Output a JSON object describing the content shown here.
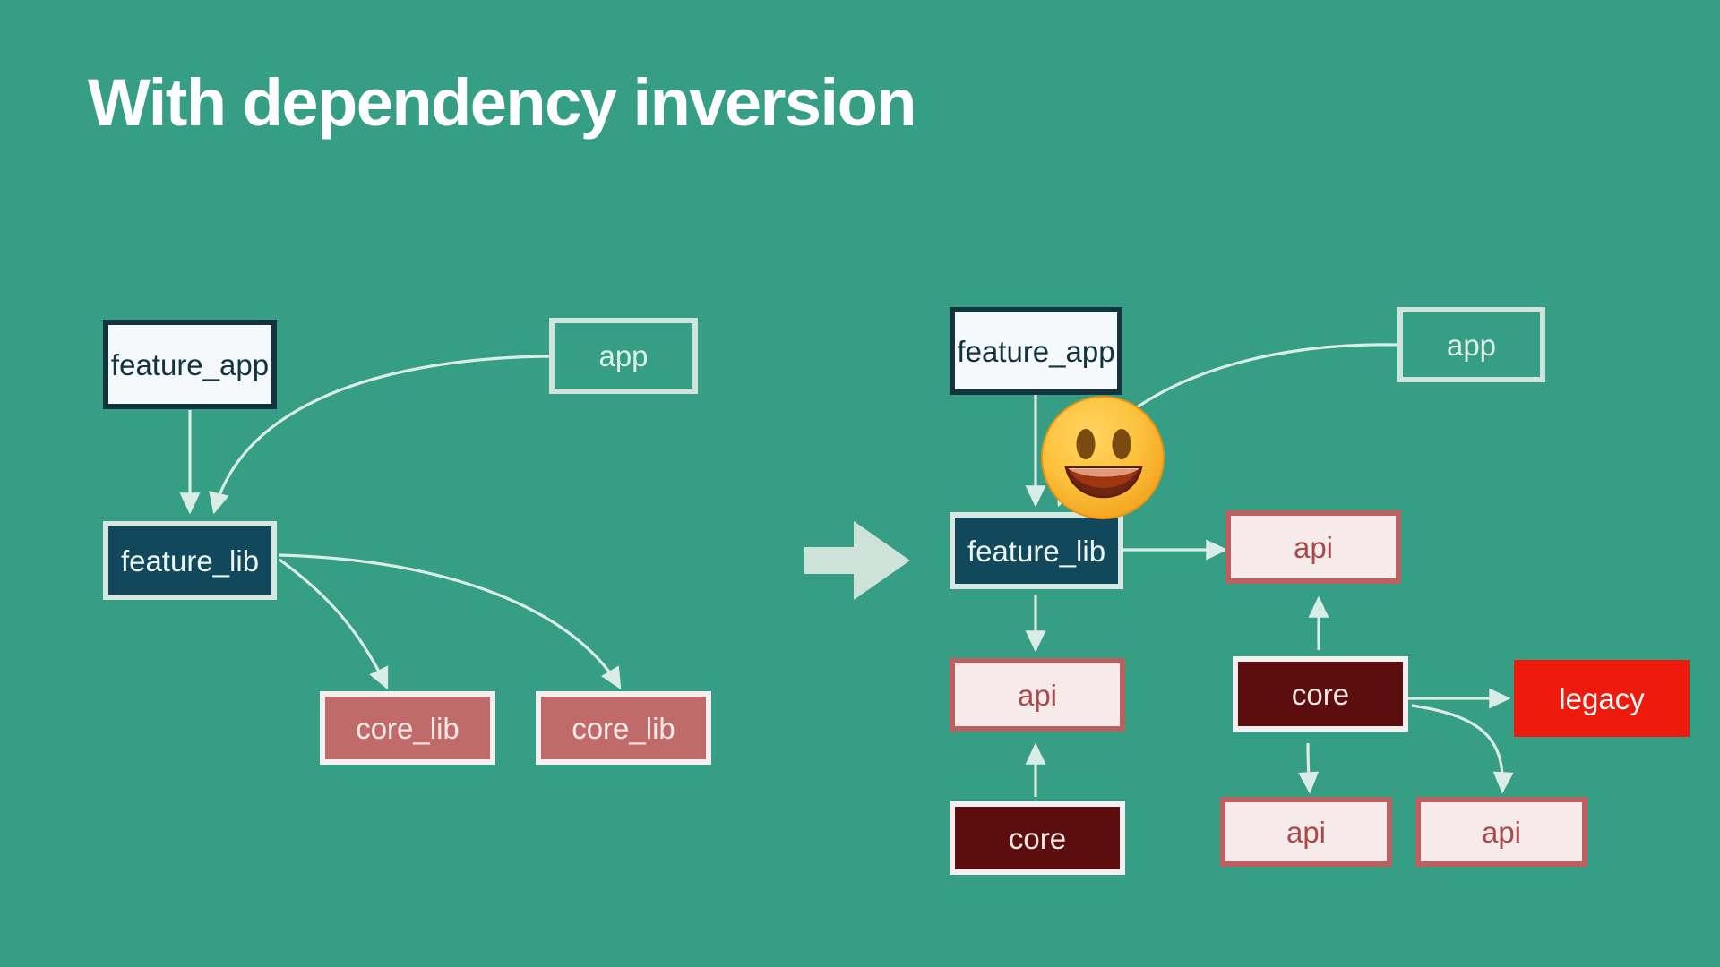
{
  "slide": {
    "title": "With dependency inversion",
    "background_color": "#359e85",
    "title_color": "#ffffff"
  },
  "colors": {
    "background": "#359e85",
    "edge": "#d9ece6",
    "feature_app_fill": "#f6f9fb",
    "feature_app_border": "#13333f",
    "feature_lib_fill": "#12485c",
    "feature_lib_border": "#d7e7e2",
    "app_border": "#cfe4dd",
    "core_lib_fill": "#c06a6a",
    "api_fill": "#f7eaea",
    "api_border": "#bc5f5f",
    "api_text": "#a84a4a",
    "core_fill": "#5c0d0d",
    "legacy_fill": "#ee1a0c",
    "transition_arrow": "#cfe2da"
  },
  "left_diagram": {
    "name": "before-dependency-inversion",
    "nodes": [
      {
        "id": "l-feature-app",
        "label": "feature_app",
        "kind": "feature_app"
      },
      {
        "id": "l-app",
        "label": "app",
        "kind": "appbox"
      },
      {
        "id": "l-feature-lib",
        "label": "feature_lib",
        "kind": "feature_lib"
      },
      {
        "id": "l-core-lib-1",
        "label": "core_lib",
        "kind": "core_lib"
      },
      {
        "id": "l-core-lib-2",
        "label": "core_lib",
        "kind": "core_lib"
      }
    ],
    "edges": [
      {
        "from": "l-feature-app",
        "to": "l-feature-lib"
      },
      {
        "from": "l-app",
        "to": "l-feature-lib"
      },
      {
        "from": "l-feature-lib",
        "to": "l-core-lib-1"
      },
      {
        "from": "l-feature-lib",
        "to": "l-core-lib-2"
      }
    ]
  },
  "right_diagram": {
    "name": "after-dependency-inversion",
    "nodes": [
      {
        "id": "r-feature-app",
        "label": "feature_app",
        "kind": "feature_app"
      },
      {
        "id": "r-app",
        "label": "app",
        "kind": "appbox"
      },
      {
        "id": "r-feature-lib",
        "label": "feature_lib",
        "kind": "feature_lib"
      },
      {
        "id": "r-api-1",
        "label": "api",
        "kind": "api"
      },
      {
        "id": "r-api-2",
        "label": "api",
        "kind": "api"
      },
      {
        "id": "r-core-1",
        "label": "core",
        "kind": "core"
      },
      {
        "id": "r-core-2",
        "label": "core",
        "kind": "core"
      },
      {
        "id": "r-legacy",
        "label": "legacy",
        "kind": "legacy"
      },
      {
        "id": "r-api-3",
        "label": "api",
        "kind": "api"
      },
      {
        "id": "r-api-4",
        "label": "api",
        "kind": "api"
      }
    ],
    "edges": [
      {
        "from": "r-feature-app",
        "to": "r-feature-lib"
      },
      {
        "from": "r-app",
        "to": "r-feature-lib"
      },
      {
        "from": "r-feature-lib",
        "to": "r-api-1"
      },
      {
        "from": "r-feature-lib",
        "to": "r-api-2"
      },
      {
        "from": "r-core-1",
        "to": "r-api-2"
      },
      {
        "from": "r-core-2",
        "to": "r-api-1"
      },
      {
        "from": "r-core-2",
        "to": "r-legacy"
      },
      {
        "from": "r-core-2",
        "to": "r-api-3"
      },
      {
        "from": "r-core-2",
        "to": "r-api-4"
      }
    ]
  },
  "transition_arrow": {
    "name": "transition-arrow",
    "direction": "right"
  },
  "emoji": {
    "name": "grinning-face-emoji",
    "glyph": "😃"
  }
}
